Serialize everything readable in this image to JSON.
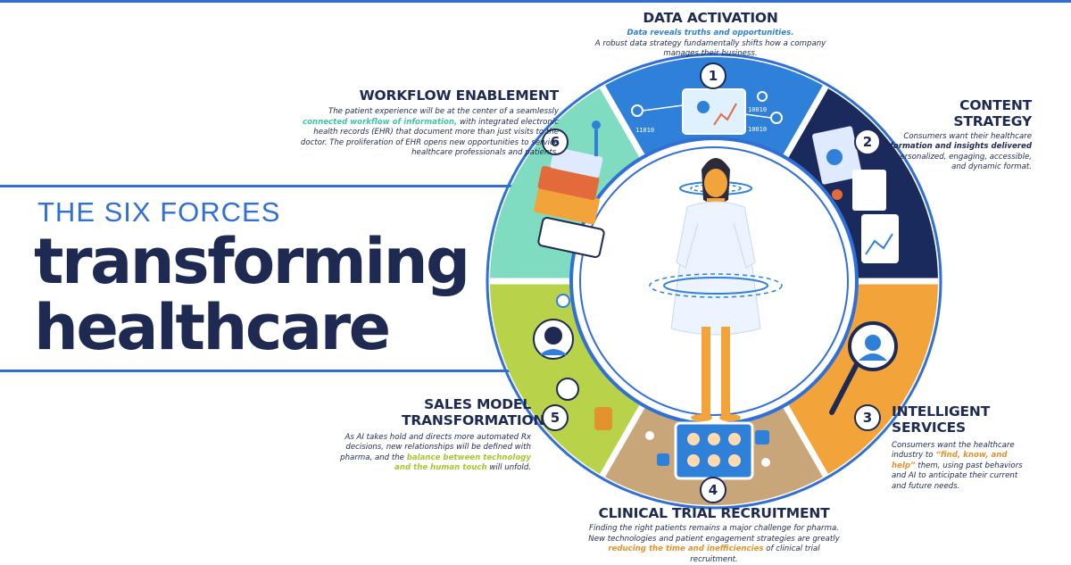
{
  "hero": {
    "line1": "THE SIX FORCES",
    "line2": "transforming",
    "line3": "healthcare"
  },
  "colors": {
    "navy": "#1e2a52",
    "blue": "#2f6fd6",
    "data_blue": "#2f80d8",
    "content_navy": "#1b2a5c",
    "services_orange": "#f2a33a",
    "clinical_tan": "#c9a57a",
    "sales_green": "#b8d24a",
    "workflow_mint": "#7fdcc0",
    "hl_teal": "#3fc5a6",
    "hl_lime": "#a8c62c",
    "hl_orange": "#e2932e"
  },
  "forces": [
    {
      "number": "1",
      "title": "DATA ACTIVATION",
      "subtitle": "Data reveals truths and opportunities.",
      "body": "A robust data strategy fundamentally shifts how a company manages their business."
    },
    {
      "number": "2",
      "title": "CONTENT STRATEGY",
      "body_pre": "Consumers want their healthcare ",
      "highlight": "information and insights delivered",
      "body_post": " in a personalized, engaging, accessible, and dynamic format."
    },
    {
      "number": "3",
      "title": "INTELLIGENT SERVICES",
      "body_pre": "Consumers want the healthcare industry to ",
      "highlight": "“find, know, and help”",
      "body_post": " them, using past behaviors and AI to anticipate their current and future needs."
    },
    {
      "number": "4",
      "title": "CLINICAL TRIAL RECRUITMENT",
      "body_pre": "Finding the right patients remains a major challenge for pharma. New technologies and patient engagement strategies are greatly ",
      "highlight": "reducing the time and inefficiencies",
      "body_post": " of clinical trial recruitment."
    },
    {
      "number": "5",
      "title": "SALES MODEL TRANSFORMATION",
      "body_pre": "As AI takes hold and directs more automated Rx decisions, new relationships will be defined with pharma, and the ",
      "highlight": "balance between technology and the human touch",
      "body_post": " will unfold."
    },
    {
      "number": "6",
      "title": "WORKFLOW ENABLEMENT",
      "body_pre": "The patient experience will be at the center of a seamlessly ",
      "highlight": "connected workflow of information,",
      "body_post": " with integrated electronic health records (EHR) that document more than just visits to the doctor. The proliferation of EHR opens new opportunities to service healthcare professionals and patients."
    }
  ],
  "binary": [
    "10010",
    "11010",
    "10010"
  ]
}
